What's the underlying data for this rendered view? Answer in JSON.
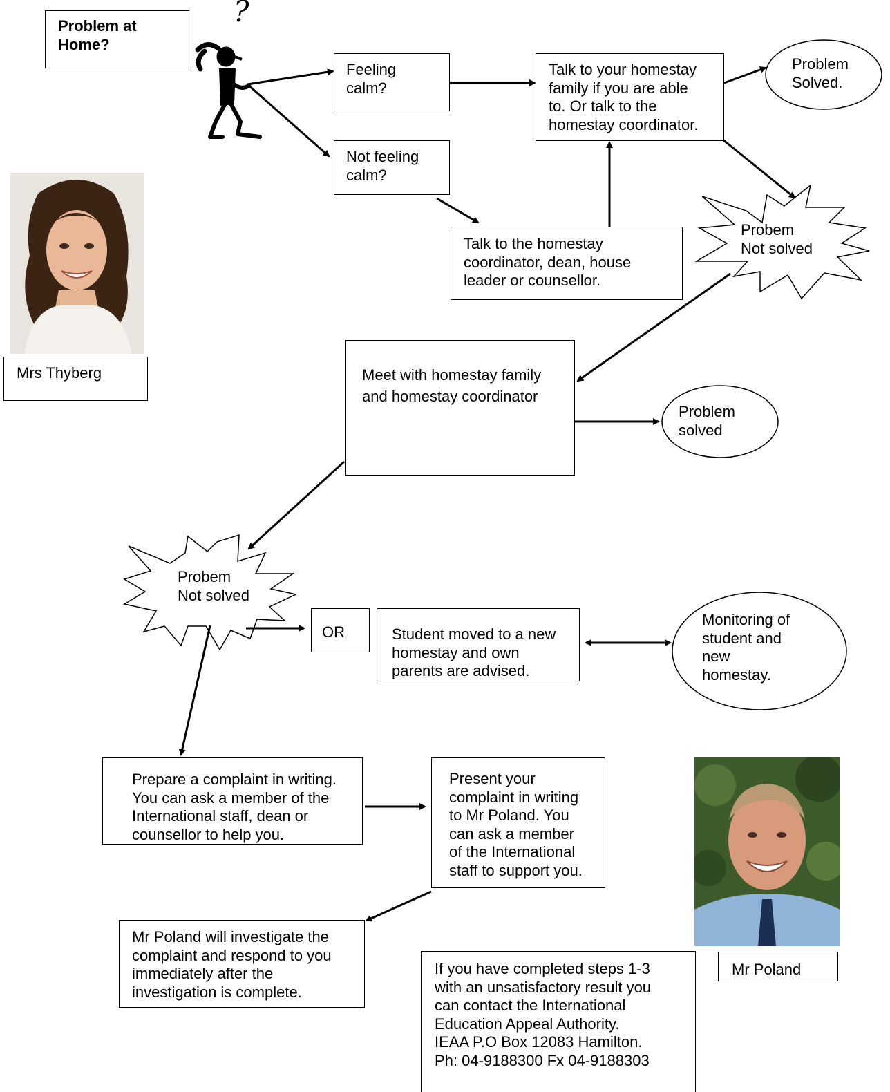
{
  "title": "Problem at\nHome?",
  "question_mark": "?",
  "nodes": {
    "feeling_calm": "Feeling\ncalm?",
    "not_feeling_calm": "Not feeling\ncalm?",
    "talk_family": "Talk to your homestay\nfamily if you are able\nto.  Or talk to the\nhomestay coordinator.",
    "problem_solved_1": "Problem\nSolved.",
    "talk_coordinator": "Talk to the homestay\ncoordinator, dean, house\nleader or counsellor.",
    "not_solved_1": "Probem\nNot solved",
    "meet": "Meet with homestay family\nand homestay coordinator",
    "problem_solved_2": "Problem\nsolved",
    "not_solved_2": "Probem\nNot solved",
    "or": "OR",
    "moved": "Student moved to a new\nhomestay and own\nparents are advised.",
    "monitoring": "Monitoring of\nstudent and\nnew\nhomestay.",
    "prepare": "Prepare a complaint in writing.\n You can ask a member of the\nInternational staff, dean or\ncounsellor to help you.",
    "present": "Present your\ncomplaint in writing\nto Mr Poland. You\ncan ask a member\nof the International\nstaff to support you.",
    "investigate": "Mr Poland will investigate the\ncomplaint and respond to you\nimmediately after the\ninvestigation is complete.",
    "appeal": "If you have completed steps 1-3\nwith an unsatisfactory result  you\ncan contact the International\nEducation Appeal Authority.\nIEAA P.O Box 12083 Hamilton.\nPh: 04-9188300 Fx 04-9188303"
  },
  "people": {
    "left_name": "Mrs Thyberg",
    "right_name": "Mr Poland"
  },
  "icons": {
    "thinker": "confused-stick-figure-icon",
    "meeting": "two-people-meeting-icon"
  },
  "colors": {
    "line": "#000000",
    "box_fill": "#ffffff",
    "photo_bg_left": "#e8e4de",
    "photo_bg_right": "#3d5a2a"
  }
}
